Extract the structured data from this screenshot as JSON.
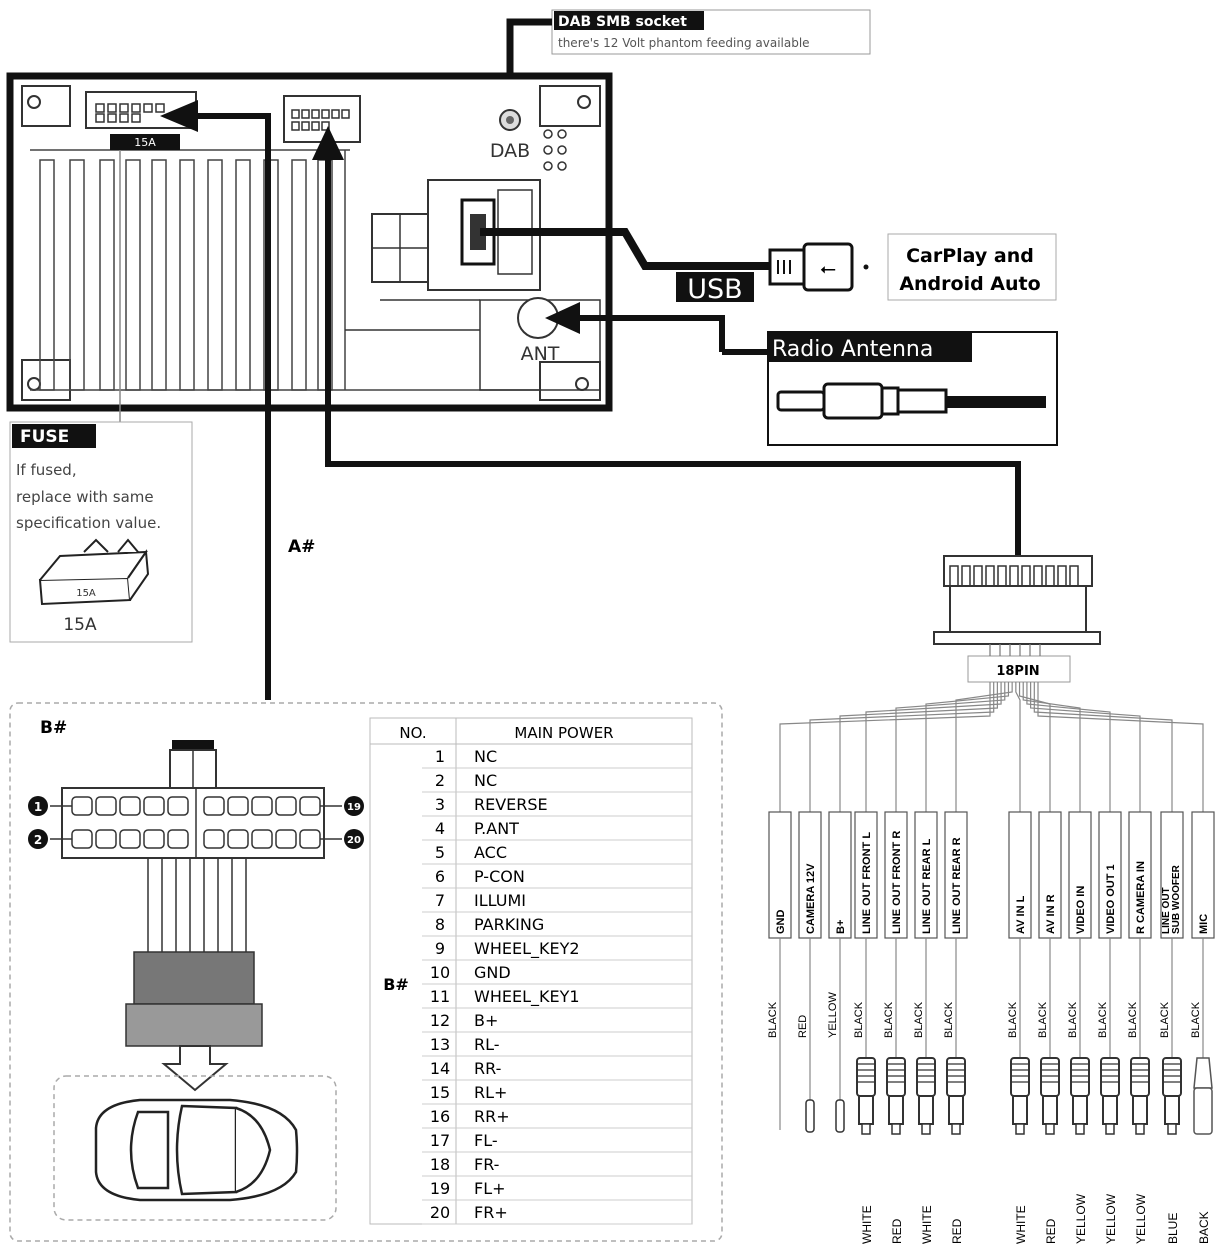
{
  "dab": {
    "title": "DAB SMB socket",
    "note": "there's 12 Volt phantom feeding available",
    "panel_label": "DAB"
  },
  "head_unit": {
    "fuse_rating": "15A",
    "ant_label": "ANT"
  },
  "usb": {
    "label": "USB",
    "carplay_line1": "CarPlay and",
    "carplay_line2": "Android Auto"
  },
  "antenna": {
    "label": "Radio Antenna"
  },
  "fuse": {
    "title": "FUSE",
    "line1": "If fused,",
    "line2": "replace with same",
    "line3": "specification value.",
    "fuse_text": "15A",
    "rating": "15A"
  },
  "labels": {
    "a_hash": "A#",
    "b_hash": "B#",
    "b_hash_table": "B#"
  },
  "connector_b": {
    "pin1": "1",
    "pin2": "2",
    "pin19": "19",
    "pin20": "20"
  },
  "power_table": {
    "col_no": "NO.",
    "col_main": "MAIN POWER",
    "rows": [
      {
        "no": "1",
        "name": "NC"
      },
      {
        "no": "2",
        "name": "NC"
      },
      {
        "no": "3",
        "name": "REVERSE"
      },
      {
        "no": "4",
        "name": "P.ANT"
      },
      {
        "no": "5",
        "name": "ACC"
      },
      {
        "no": "6",
        "name": "P-CON"
      },
      {
        "no": "7",
        "name": "ILLUMI"
      },
      {
        "no": "8",
        "name": "PARKING"
      },
      {
        "no": "9",
        "name": "WHEEL_KEY2"
      },
      {
        "no": "10",
        "name": "GND"
      },
      {
        "no": "11",
        "name": "WHEEL_KEY1"
      },
      {
        "no": "12",
        "name": "B+"
      },
      {
        "no": "13",
        "name": "RL-"
      },
      {
        "no": "14",
        "name": "RR-"
      },
      {
        "no": "15",
        "name": "RL+"
      },
      {
        "no": "16",
        "name": "RR+"
      },
      {
        "no": "17",
        "name": "FL-"
      },
      {
        "no": "18",
        "name": "FR-"
      },
      {
        "no": "19",
        "name": "FL+"
      },
      {
        "no": "20",
        "name": "FR+"
      }
    ]
  },
  "harness": {
    "pin_label": "18PIN",
    "wires": [
      {
        "func": "GND",
        "func2": "",
        "wire": "BLACK",
        "plug": "bare",
        "plug_color": ""
      },
      {
        "func": "CAMERA 12V",
        "func2": "",
        "wire": "RED",
        "plug": "pin",
        "plug_color": ""
      },
      {
        "func": "B+",
        "func2": "",
        "wire": "YELLOW",
        "plug": "pin",
        "plug_color": ""
      },
      {
        "func": "LINE OUT FRONT L",
        "func2": "",
        "wire": "BLACK",
        "plug": "rca",
        "plug_color": "WHITE"
      },
      {
        "func": "LINE OUT FRONT R",
        "func2": "",
        "wire": "BLACK",
        "plug": "rca",
        "plug_color": "RED"
      },
      {
        "func": "LINE OUT REAR L",
        "func2": "",
        "wire": "BLACK",
        "plug": "rca",
        "plug_color": "WHITE"
      },
      {
        "func": "LINE OUT REAR R",
        "func2": "",
        "wire": "BLACK",
        "plug": "rca",
        "plug_color": "RED"
      },
      {
        "func": "AV IN L",
        "func2": "",
        "wire": "BLACK",
        "plug": "rca",
        "plug_color": "WHITE"
      },
      {
        "func": "AV IN R",
        "func2": "",
        "wire": "BLACK",
        "plug": "rca",
        "plug_color": "RED"
      },
      {
        "func": "VIDEO IN",
        "func2": "",
        "wire": "BLACK",
        "plug": "rca",
        "plug_color": "YELLOW"
      },
      {
        "func": "VIDEO OUT 1",
        "func2": "",
        "wire": "BLACK",
        "plug": "rca",
        "plug_color": "YELLOW"
      },
      {
        "func": "R CAMERA IN",
        "func2": "",
        "wire": "BLACK",
        "plug": "rca",
        "plug_color": "YELLOW"
      },
      {
        "func": "LINE OUT",
        "func2": "SUB WOOFER",
        "wire": "BLACK",
        "plug": "rca",
        "plug_color": "BLUE"
      },
      {
        "func": "MIC",
        "func2": "",
        "wire": "BLACK",
        "plug": "jack",
        "plug_color": "BACK"
      }
    ]
  }
}
